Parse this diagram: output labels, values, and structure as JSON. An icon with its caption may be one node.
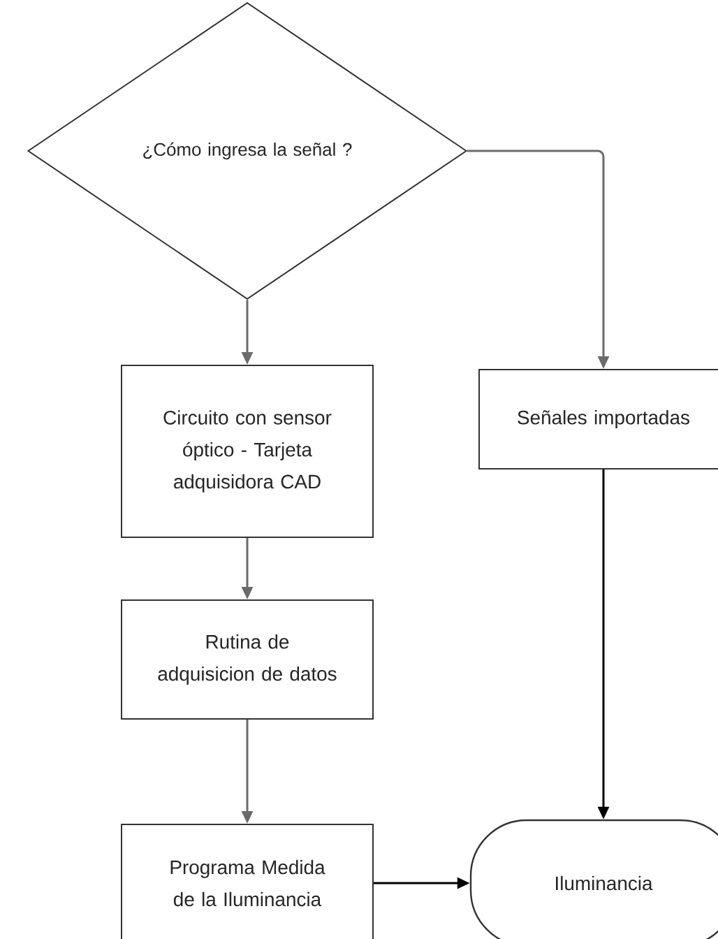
{
  "diagram": {
    "nodes": [
      {
        "text": [
          "¿Cómo ingresa la señal ?"
        ]
      },
      {
        "text": [
          "Circuito con sensor óptico - Tarjeta adquisidora CAD"
        ]
      },
      {
        "text": [
          "Rutina de adquisicion de datos"
        ]
      },
      {
        "text": [
          "Programa Medida de la Iluminancia"
        ]
      },
      {
        "text": [
          "Señales importadas"
        ]
      },
      {
        "text": [
          "Iluminancia"
        ]
      }
    ],
    "edges": [
      {
        "from": 0,
        "to": 1,
        "arrow": "to"
      },
      {
        "from": 0,
        "to": 4,
        "arrow": "to"
      },
      {
        "from": 1,
        "to": 2,
        "arrow": "to"
      },
      {
        "from": 2,
        "to": 3,
        "arrow": "to"
      },
      {
        "from": 4,
        "to": 5,
        "arrow": "to",
        "color": "#000000"
      },
      {
        "from": 3,
        "to": 5,
        "arrow": "to",
        "color": "#000000"
      }
    ]
  }
}
